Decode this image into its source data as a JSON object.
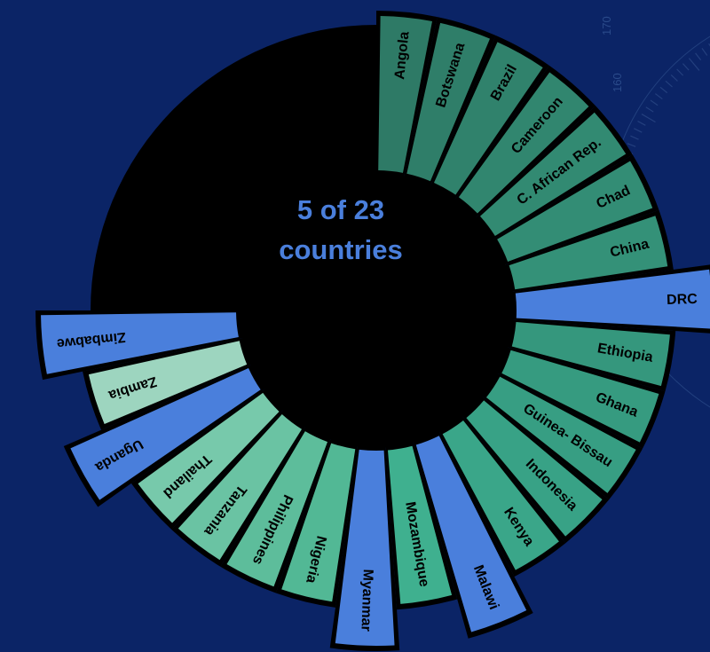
{
  "center": {
    "line1": "5 of 23",
    "line2": "countries"
  },
  "colors": {
    "background": "#0b2466",
    "highlight": "#4a7fdc",
    "outline": "#000000",
    "center_text": "#4a7fdc"
  },
  "segments": [
    {
      "label": "Angola",
      "fill": "#2e7a66",
      "highlighted": false
    },
    {
      "label": "Botswana",
      "fill": "#2f7e69",
      "highlighted": false
    },
    {
      "label": "Brazil",
      "fill": "#30826c",
      "highlighted": false
    },
    {
      "label": "Cameroon",
      "fill": "#31866f",
      "highlighted": false
    },
    {
      "label": "C. African Rep.",
      "fill": "#328a72",
      "highlighted": false
    },
    {
      "label": "Chad",
      "fill": "#338d75",
      "highlighted": false
    },
    {
      "label": "China",
      "fill": "#349178",
      "highlighted": false
    },
    {
      "label": "DRC",
      "fill": "#4a7fdc",
      "highlighted": true
    },
    {
      "label": "Ethiopia",
      "fill": "#35977d",
      "highlighted": false
    },
    {
      "label": "Ghana",
      "fill": "#369b80",
      "highlighted": false
    },
    {
      "label": "Guinea- Bissau",
      "fill": "#379e83",
      "highlighted": false
    },
    {
      "label": "Indonesia",
      "fill": "#38a286",
      "highlighted": false
    },
    {
      "label": "Kenya",
      "fill": "#3aa689",
      "highlighted": false
    },
    {
      "label": "Malawi",
      "fill": "#4a7fdc",
      "highlighted": true
    },
    {
      "label": "Mozambique",
      "fill": "#3fb08f",
      "highlighted": false
    },
    {
      "label": "Myanmar",
      "fill": "#4a7fdc",
      "highlighted": true
    },
    {
      "label": "Nigeria",
      "fill": "#52b895",
      "highlighted": false
    },
    {
      "label": "Philippines",
      "fill": "#5dbd9b",
      "highlighted": false
    },
    {
      "label": "Tanzania",
      "fill": "#6ac3a3",
      "highlighted": false
    },
    {
      "label": "Thailand",
      "fill": "#77c9ab",
      "highlighted": false
    },
    {
      "label": "Uganda",
      "fill": "#4a7fdc",
      "highlighted": true
    },
    {
      "label": "Zambia",
      "fill": "#9dd5bf",
      "highlighted": false
    },
    {
      "label": "Zimbabwe",
      "fill": "#4a7fdc",
      "highlighted": true
    }
  ],
  "decor": {
    "tick_numbers": [
      "170",
      "160"
    ]
  }
}
